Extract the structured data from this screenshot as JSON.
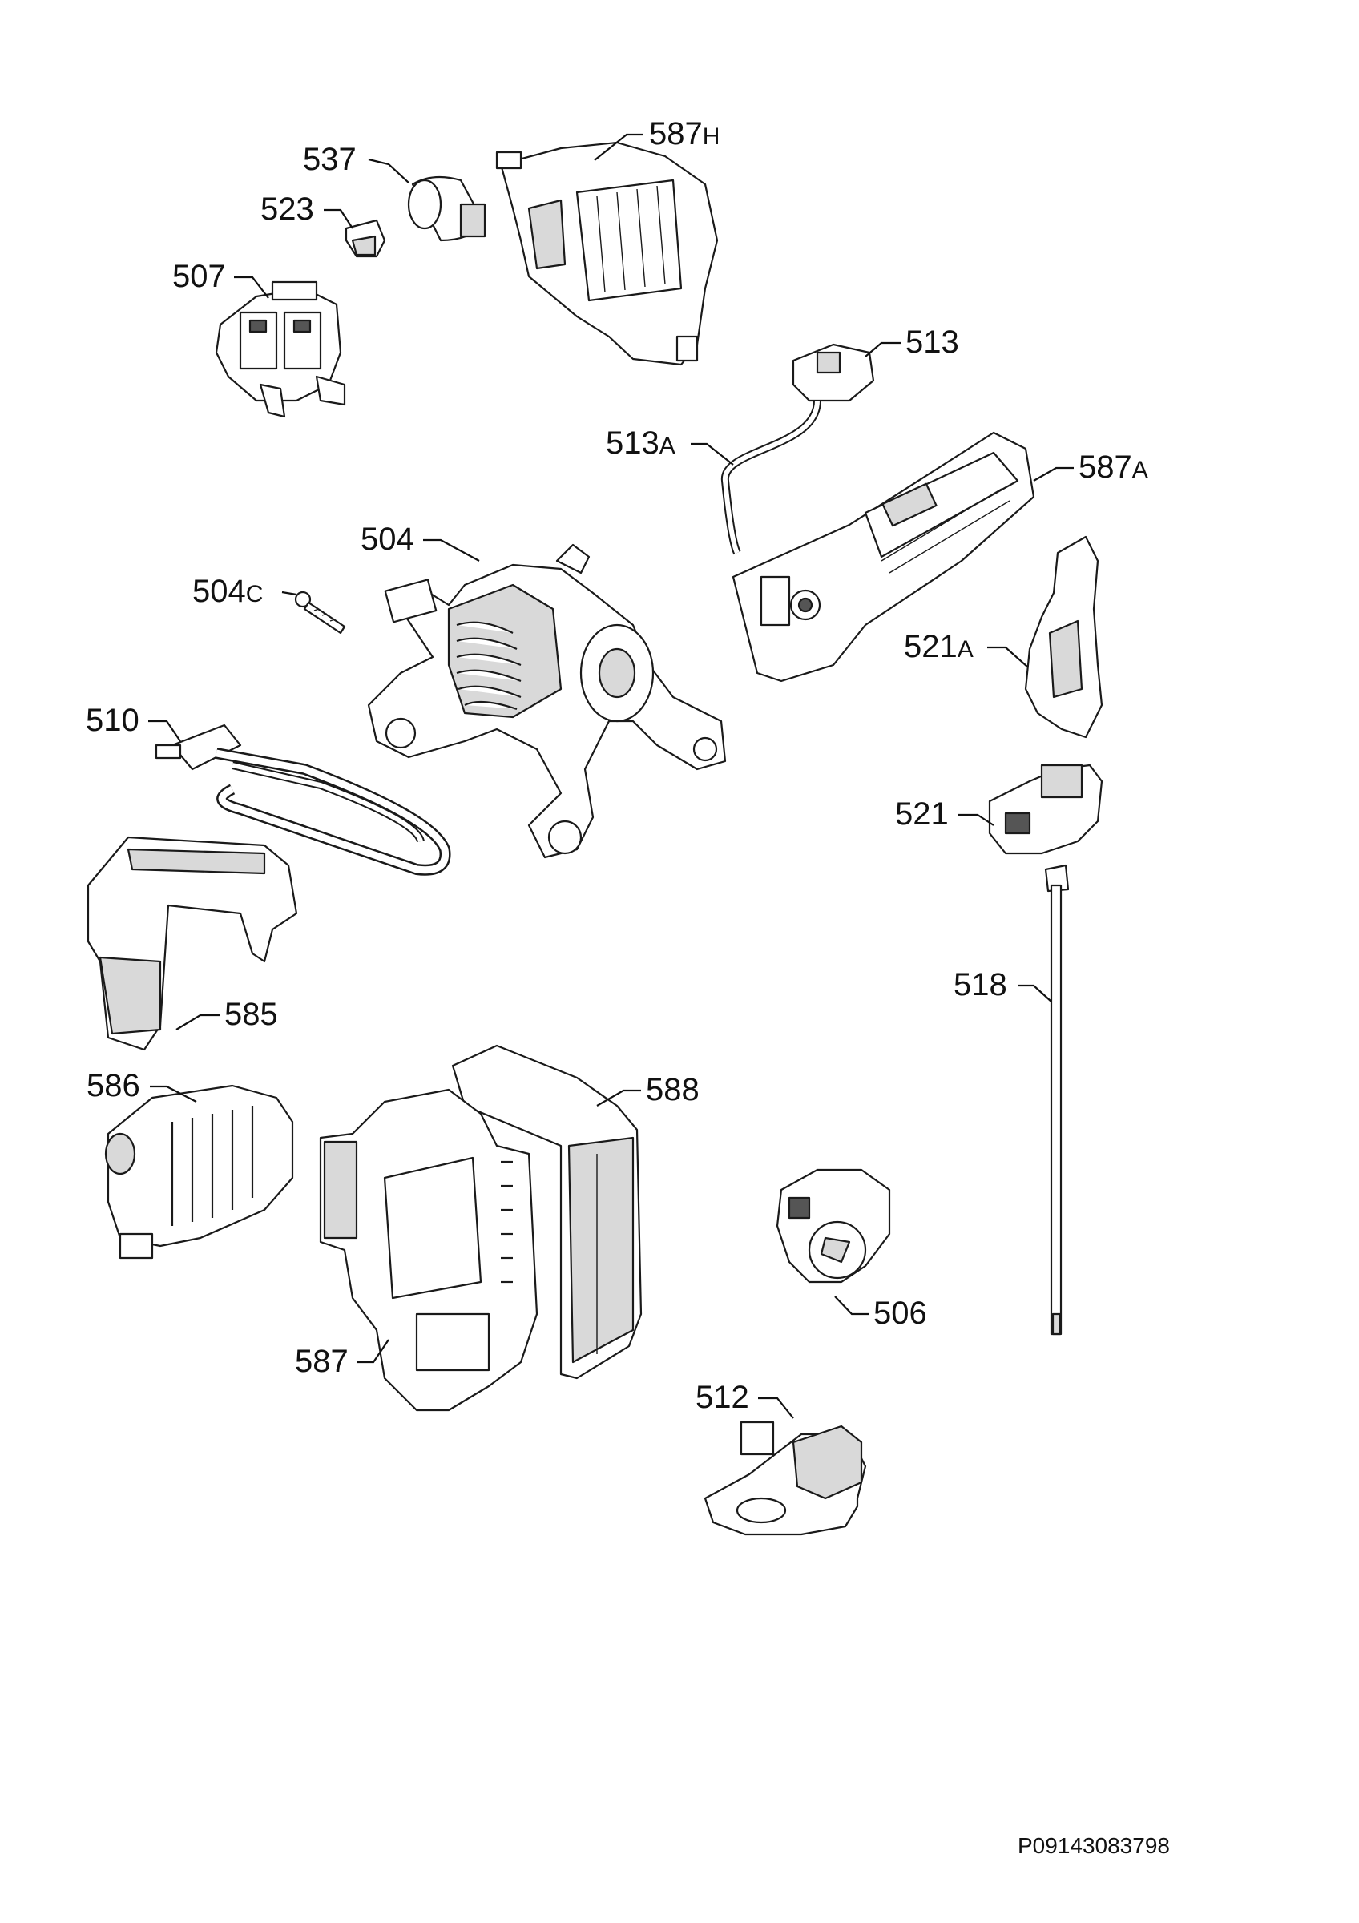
{
  "labels": {
    "l587h": {
      "num": "587",
      "suffix": "H"
    },
    "l537": {
      "num": "537",
      "suffix": ""
    },
    "l523": {
      "num": "523",
      "suffix": ""
    },
    "l507": {
      "num": "507",
      "suffix": ""
    },
    "l513": {
      "num": "513",
      "suffix": ""
    },
    "l513a": {
      "num": "513",
      "suffix": "A"
    },
    "l587a": {
      "num": "587",
      "suffix": "A"
    },
    "l504": {
      "num": "504",
      "suffix": ""
    },
    "l504c": {
      "num": "504",
      "suffix": "C"
    },
    "l521a": {
      "num": "521",
      "suffix": "A"
    },
    "l510": {
      "num": "510",
      "suffix": ""
    },
    "l521": {
      "num": "521",
      "suffix": ""
    },
    "l518": {
      "num": "518",
      "suffix": ""
    },
    "l585": {
      "num": "585",
      "suffix": ""
    },
    "l586": {
      "num": "586",
      "suffix": ""
    },
    "l588": {
      "num": "588",
      "suffix": ""
    },
    "l506": {
      "num": "506",
      "suffix": ""
    },
    "l587": {
      "num": "587",
      "suffix": ""
    },
    "l512": {
      "num": "512",
      "suffix": ""
    }
  },
  "reference_code": "P09143083798"
}
